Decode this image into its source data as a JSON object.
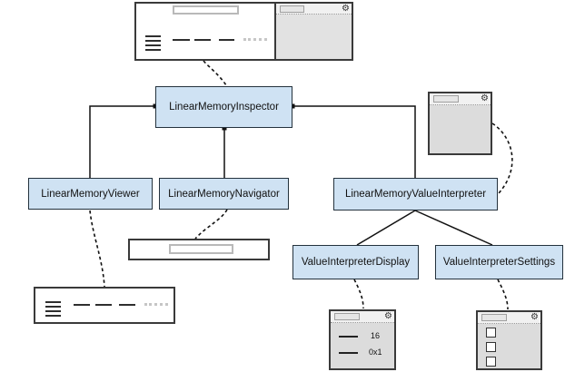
{
  "nodes": {
    "inspector": {
      "label": "LinearMemoryInspector"
    },
    "viewer": {
      "label": "LinearMemoryViewer"
    },
    "navigator": {
      "label": "LinearMemoryNavigator"
    },
    "value_interpreter": {
      "label": "LinearMemoryValueInterpreter"
    },
    "display": {
      "label": "ValueInterpreterDisplay"
    },
    "settings": {
      "label": "ValueInterpreterSettings"
    }
  },
  "mockups": {
    "display_window": {
      "rows": [
        {
          "value": "16"
        },
        {
          "value": "0x1"
        }
      ]
    },
    "settings_window": {
      "checkbox_count": "3"
    }
  },
  "icons": {
    "gear": "⚙"
  },
  "colors": {
    "node_fill": "#cfe2f3",
    "node_border": "#24323d",
    "window_body": "#dcdcdc",
    "window_header": "#f1f1f1",
    "sketch_line": "#2e2e2e",
    "outline": "#3a3a3a"
  }
}
